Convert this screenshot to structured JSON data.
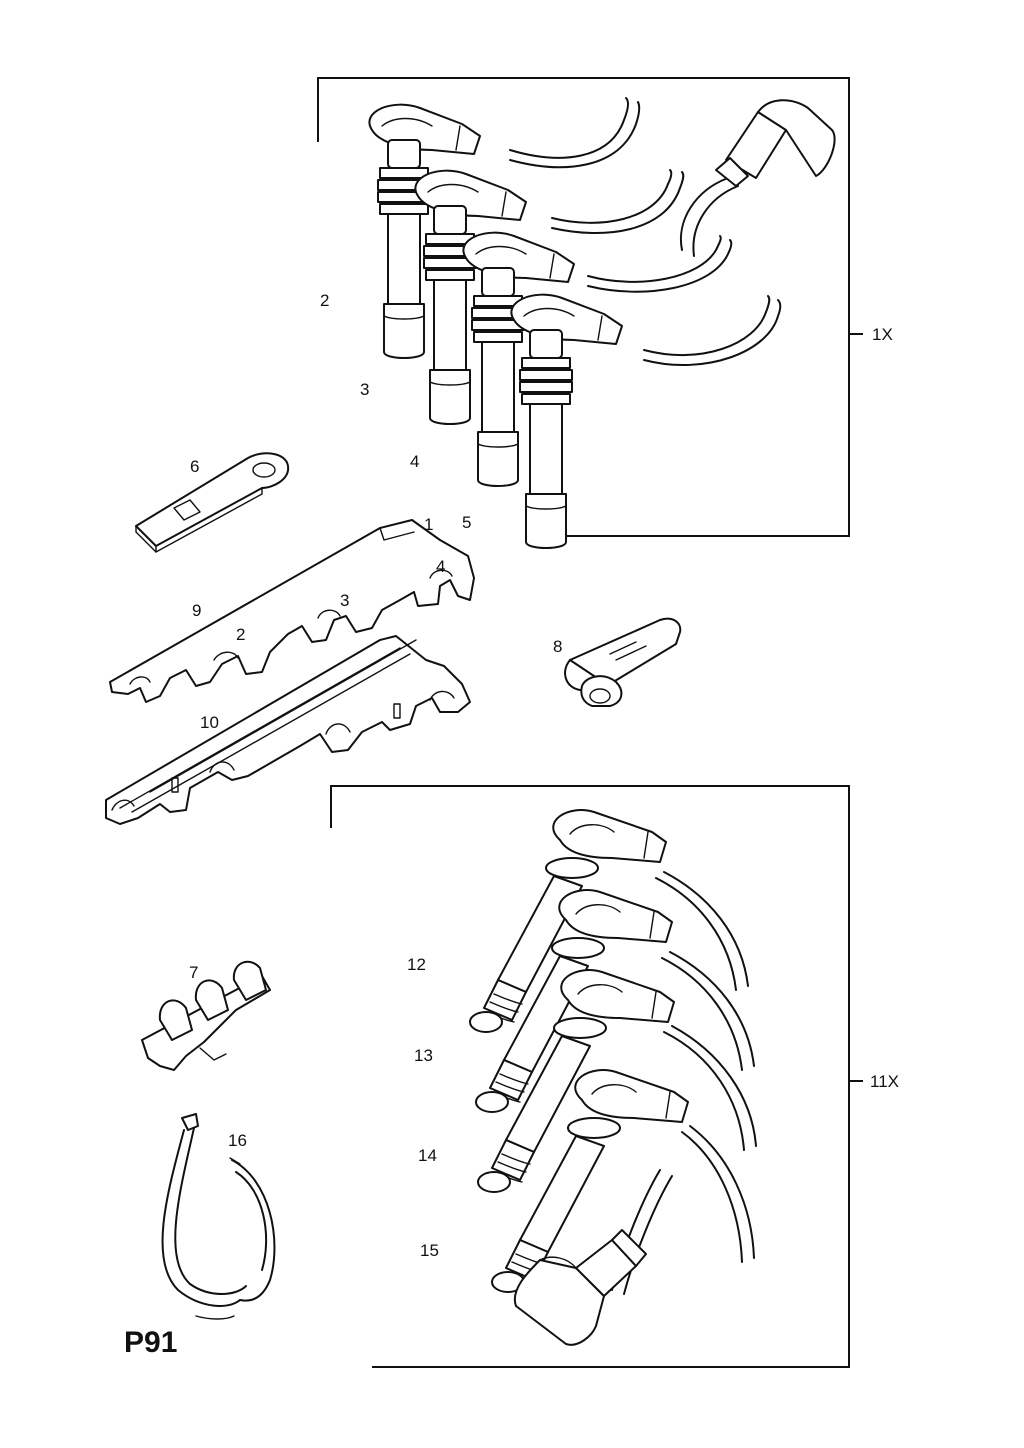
{
  "diagram": {
    "code": "P91",
    "kit_labels": {
      "upper_kit": "1X",
      "lower_kit": "11X"
    },
    "part_labels": {
      "p2": "2",
      "p3": "3",
      "p4": "4",
      "p5": "5",
      "p6": "6",
      "p7": "7",
      "p8": "8",
      "p9": "9",
      "p10": "10",
      "p12": "12",
      "p13": "13",
      "p14": "14",
      "p15": "15",
      "p16": "16"
    },
    "rail_markings": {
      "m1": "1",
      "m2": "2",
      "m3": "3",
      "m4": "4"
    }
  }
}
